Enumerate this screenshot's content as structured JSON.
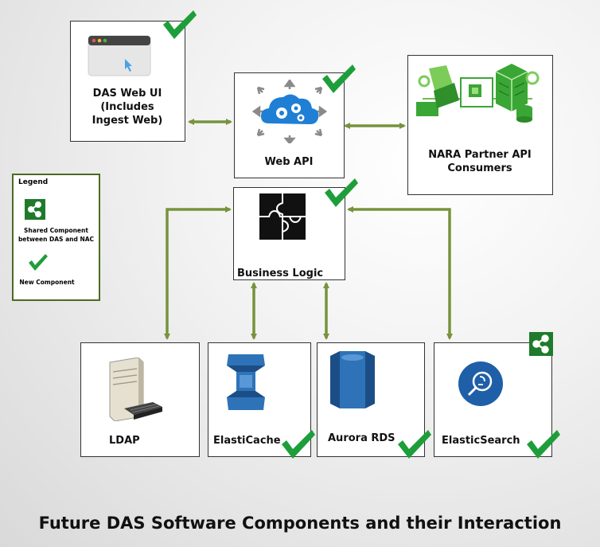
{
  "title": "Future DAS Software Components and their Interaction",
  "components": {
    "das_web_ui": "DAS Web UI\n(Includes\nIngest Web)",
    "web_api": "Web API",
    "nara_partner": "NARA Partner API\nConsumers",
    "business_logic": "Business Logic",
    "ldap": "LDAP",
    "elasticache": "ElastiCache",
    "aurora_rds": "Aurora RDS",
    "elasticsearch": "ElasticSearch"
  },
  "legend": {
    "title": "Legend",
    "shared": "Shared Component\nbetween DAS and NAC",
    "new": "New Component"
  },
  "colors": {
    "arrow": "#77933c",
    "check": "#1e9e3a",
    "share_bg": "#1f7a2c",
    "aws_blue": "#2e73b8"
  }
}
